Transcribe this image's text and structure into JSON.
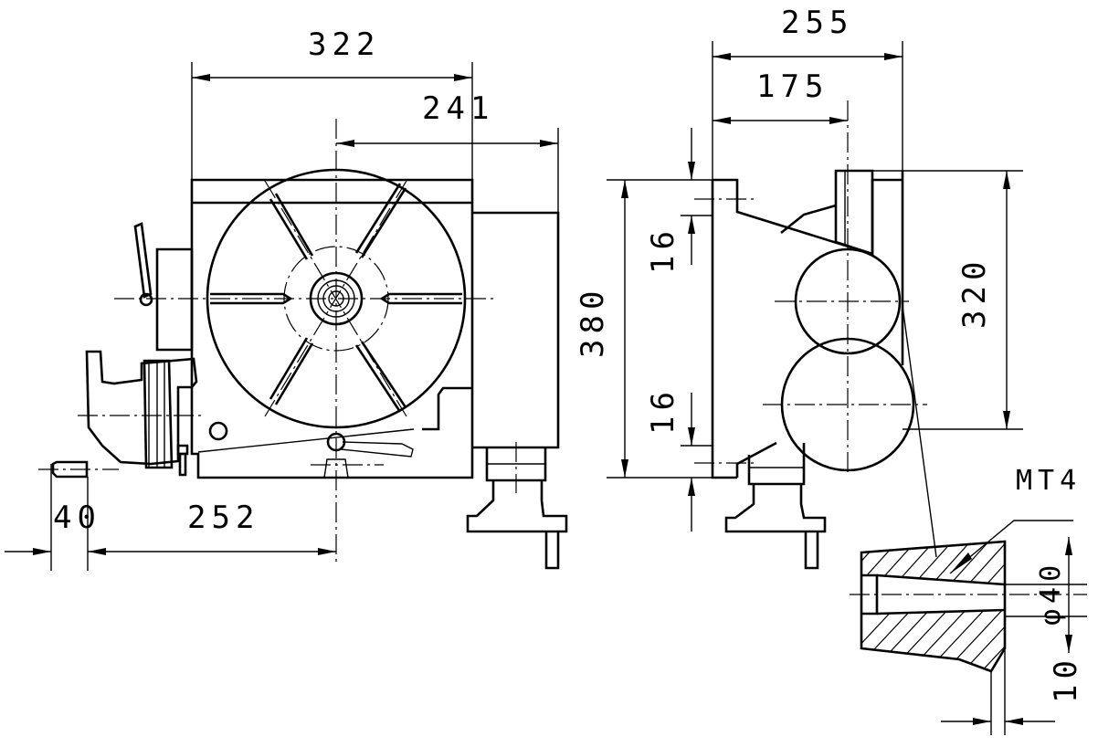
{
  "drawing": {
    "dimensions": {
      "width_322": "322",
      "offset_241": "241",
      "height_380": "380",
      "handle_40": "40",
      "offset_252": "252",
      "depth_255": "255",
      "depth_175": "175",
      "slot_16_top": "16",
      "slot_16_bottom": "16",
      "height_320": "320",
      "taper_label": "MT4",
      "bore_dia": "φ40",
      "bore_10": "10"
    }
  }
}
